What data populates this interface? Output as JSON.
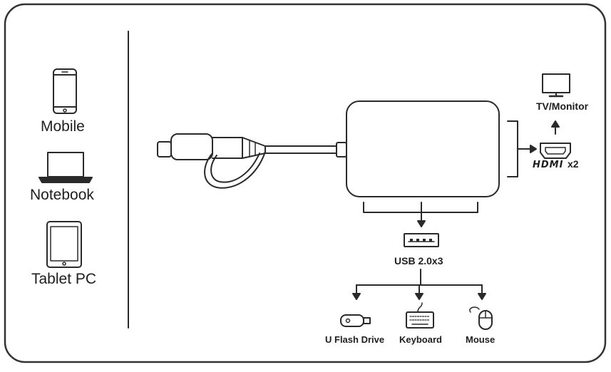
{
  "devices": {
    "mobile_label": "Mobile",
    "notebook_label": "Notebook",
    "tablet_label": "Tablet PC"
  },
  "hdmi": {
    "logo_text": "HDMI",
    "count_label": "x2",
    "output_label": "TV/Monitor"
  },
  "usb": {
    "port_label": "USB 2.0x3",
    "peripherals": [
      "U Flash Drive",
      "Keyboard",
      "Mouse"
    ]
  },
  "colors": {
    "line": "#2a2a2a",
    "frame": "#333333"
  }
}
